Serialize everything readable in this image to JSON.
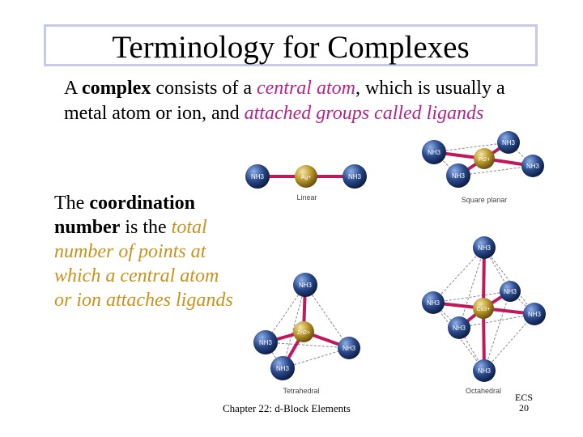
{
  "title": "Terminology for Complexes",
  "para1": {
    "t1": "A ",
    "b1": "complex",
    "t2": " consists of a ",
    "m1": "central atom",
    "t3": ", which is usually a metal atom or ion, and ",
    "m2": "attached groups called ligands"
  },
  "para2": {
    "t1": "The ",
    "b1": "coordination number",
    "t2": " is the ",
    "g1": "total number of points at which a central atom or ion attaches ligands"
  },
  "diagram": {
    "ligand": "NH3",
    "linear": {
      "caption": "Linear",
      "metal": "Ag+"
    },
    "square": {
      "caption": "Square planar",
      "metal": "Pt2+"
    },
    "tetra": {
      "caption": "Tetrahedral",
      "metal": "Zn2+"
    },
    "octa": {
      "caption": "Octahedral",
      "metal": "Co3+"
    }
  },
  "footer": "Chapter 22: d-Block Elements",
  "corner": {
    "line1": "ECS",
    "line2": "20"
  },
  "colors": {
    "title_border": "#c8c8e8",
    "magenta": "#b4258c",
    "gold": "#c8921e",
    "bond": "#c0185a",
    "ligand": "#2a4a8c",
    "metal": "#b8962a"
  }
}
